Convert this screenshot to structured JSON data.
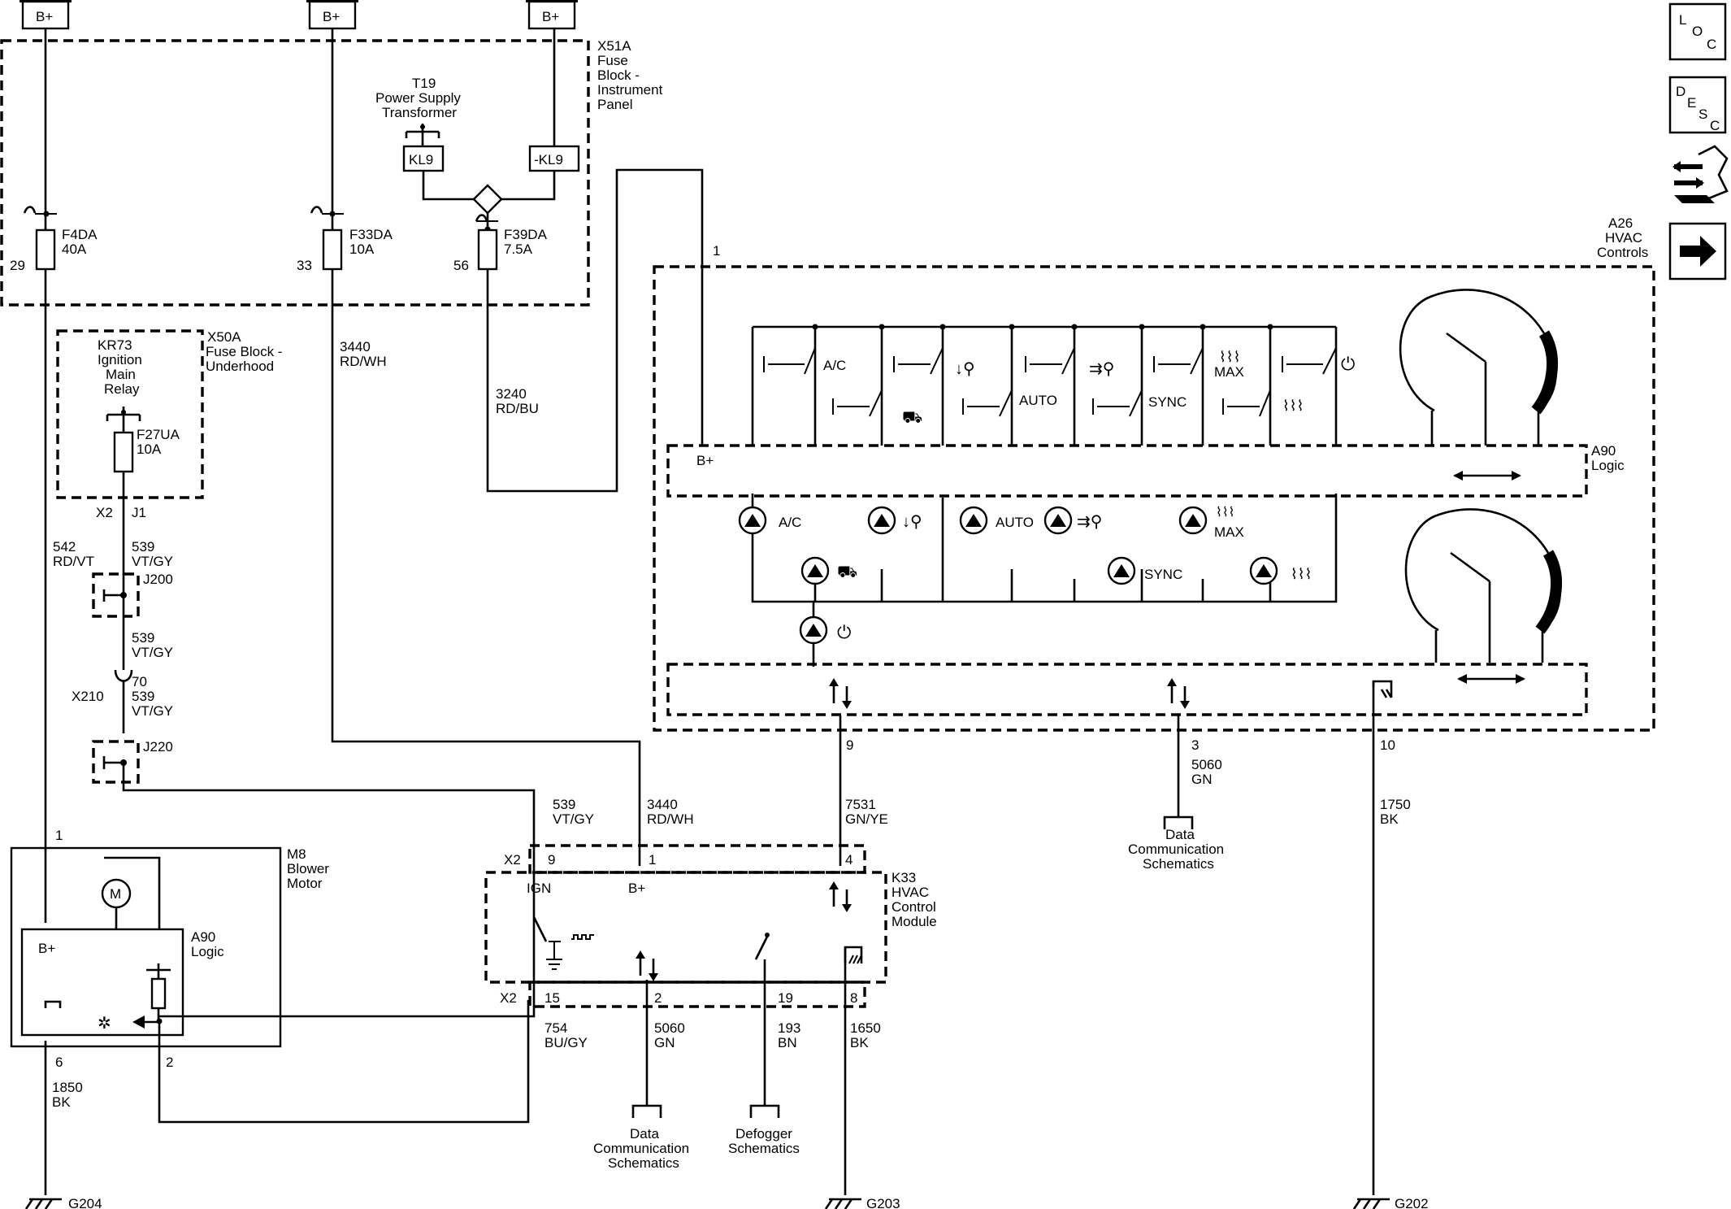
{
  "power_labels": [
    "B+",
    "B+",
    "B+"
  ],
  "fuse_block_ip": {
    "title": [
      "X51A",
      "Fuse",
      "Block -",
      "Instrument",
      "Panel"
    ],
    "transformer": [
      "T19",
      "Power Supply",
      "Transformer"
    ],
    "kl9": "KL9",
    "kl9_neg": "-KL9",
    "fuses": [
      {
        "name": "F4DA",
        "rating": "40A",
        "pin": "29"
      },
      {
        "name": "F33DA",
        "rating": "10A",
        "pin": "33"
      },
      {
        "name": "F39DA",
        "rating": "7.5A",
        "pin": "56"
      }
    ]
  },
  "fuse_block_uh": {
    "title": [
      "X50A",
      "Fuse Block -",
      "Underhood"
    ],
    "relay": [
      "KR73",
      "Ignition",
      "Main",
      "Relay"
    ],
    "fuse": {
      "name": "F27UA",
      "rating": "10A"
    },
    "connectors": [
      "X2",
      "J1"
    ]
  },
  "wires": {
    "w542": [
      "542",
      "RD/VT"
    ],
    "w539a": [
      "539",
      "VT/GY"
    ],
    "w539b": [
      "539",
      "VT/GY"
    ],
    "w539c": [
      "539",
      "VT/GY"
    ],
    "w539d": [
      "539",
      "VT/GY"
    ],
    "w3440a": [
      "3440",
      "RD/WH"
    ],
    "w3440b": [
      "3440",
      "RD/WH"
    ],
    "w3240": [
      "3240",
      "RD/BU"
    ],
    "w7531": [
      "7531",
      "GN/YE"
    ],
    "w5060a": [
      "5060",
      "GN"
    ],
    "w5060b": [
      "5060",
      "GN"
    ],
    "w1750": [
      "1750",
      "BK"
    ],
    "w754": [
      "754",
      "BU/GY"
    ],
    "w193": [
      "193",
      "BN"
    ],
    "w1650": [
      "1650",
      "BK"
    ],
    "w1850": [
      "1850",
      "BK"
    ]
  },
  "splices": {
    "j200": "J200",
    "j220": "J220",
    "x210": "X210",
    "x210_pin": "70"
  },
  "blower": {
    "title": [
      "M8",
      "Blower",
      "Motor"
    ],
    "logic": [
      "A90",
      "Logic"
    ],
    "bplus": "B+",
    "motor": "M",
    "pins": [
      "1",
      "6",
      "2"
    ]
  },
  "hvac_controls": {
    "title": [
      "A26",
      "HVAC",
      "Controls"
    ],
    "logic": [
      "A90",
      "Logic"
    ],
    "bplus": "B+",
    "pin_in": "1",
    "switch_labels": [
      "A/C",
      "AUTO",
      "SYNC",
      "MAX"
    ],
    "led_labels": [
      "A/C",
      "AUTO",
      "SYNC",
      "MAX"
    ],
    "pins": [
      "9",
      "3",
      "10"
    ]
  },
  "hvac_module": {
    "title": [
      "K33",
      "HVAC",
      "Control",
      "Module"
    ],
    "top_conn": "X2",
    "bottom_conn": "X2",
    "top_pins": [
      "9",
      "1",
      "4"
    ],
    "top_labels": [
      "IGN",
      "B+"
    ],
    "bottom_pins": [
      "15",
      "2",
      "19",
      "8"
    ]
  },
  "references": {
    "data_comm": [
      "Data",
      "Communication",
      "Schematics"
    ],
    "data_comm2": [
      "Data",
      "Communication",
      "Schematics"
    ],
    "defogger": [
      "Defogger",
      "Schematics"
    ]
  },
  "grounds": [
    "G204",
    "G203",
    "G202"
  ],
  "side_buttons": {
    "loc": [
      "L",
      "O",
      "C"
    ],
    "desc": [
      "D",
      "E",
      "S",
      "C"
    ]
  }
}
